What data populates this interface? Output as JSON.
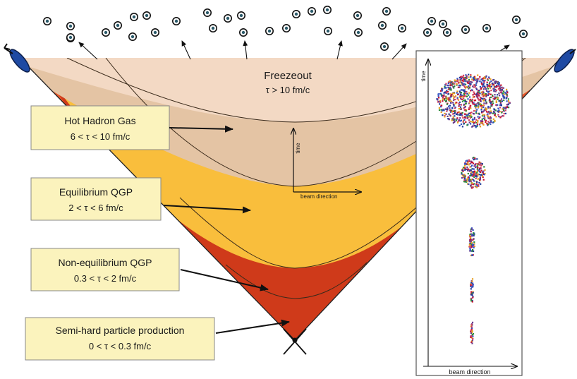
{
  "colors": {
    "freezeout": "#f3d9c4",
    "hadron_gas": "#e4c4a4",
    "qgp_equilibrium": "#f9be3c",
    "qgp_nonequilibrium": "#e9572a",
    "semi_hard": "#cf3a1a",
    "label_box": "#fbf3bd",
    "detector": "#1f4aa3"
  },
  "freezeout": {
    "title": "Freezeout",
    "range": "τ > 10 fm/c"
  },
  "stages": [
    {
      "name": "Hot Hadron Gas",
      "range": "6 < τ < 10 fm/c"
    },
    {
      "name": "Equilibrium QGP",
      "range": "2 < τ < 6 fm/c"
    },
    {
      "name": "Non-equilibrium QGP",
      "range": "0.3 < τ < 2 fm/c"
    },
    {
      "name": "Semi-hard particle production",
      "range": "0 < τ < 0.3 fm/c"
    }
  ],
  "main_axes": {
    "time_label": "time",
    "beam_label": "beam direction"
  },
  "inset": {
    "time_label": "time",
    "beam_label": "beam direction",
    "icons": [
      "fireball-icon",
      "fireball-icon",
      "fireball-icon",
      "fireball-icon",
      "fireball-icon"
    ]
  },
  "particle_icon": "hadron-particle-icon"
}
